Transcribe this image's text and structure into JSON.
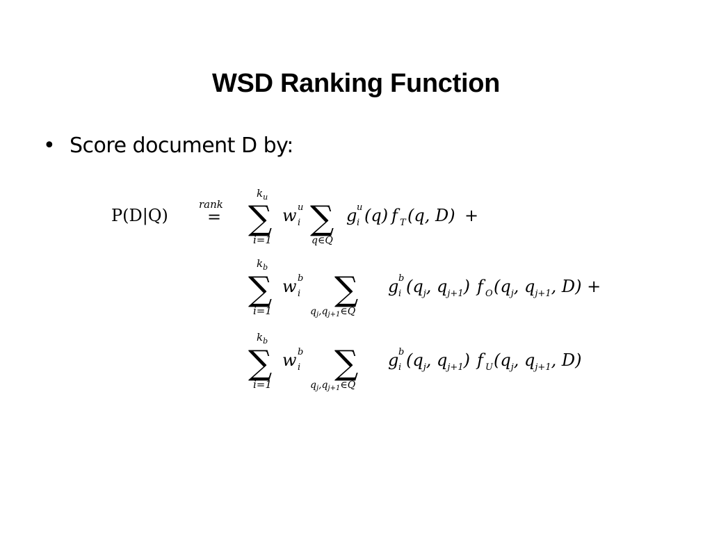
{
  "slide": {
    "title": "WSD Ranking Function",
    "bullet_symbol": "•",
    "bullet_text": "Score document D by:"
  },
  "formula": {
    "lhs": "P(D|Q)",
    "relation_label": "rank",
    "relation_symbol": "=",
    "sum_symbol": "∑",
    "lines": [
      {
        "outer_upper": "k",
        "outer_upper_sub": "u",
        "outer_lower": "i=1",
        "weight": "w",
        "weight_sup": "u",
        "weight_sub": "i",
        "inner_lower": "q∈Q",
        "g": "g",
        "g_sup": "u",
        "g_sub": "i",
        "g_args": "(q)",
        "f": "f",
        "f_sub": "T",
        "f_args": "(q, D)",
        "trailing": "+"
      },
      {
        "outer_upper": "k",
        "outer_upper_sub": "b",
        "outer_lower": "i=1",
        "weight": "w",
        "weight_sup": "b",
        "weight_sub": "i",
        "inner_lower_a": "q",
        "inner_lower_a_sub": "j",
        "inner_lower_b": ",q",
        "inner_lower_b_sub": "j+1",
        "inner_lower_c": "∈Q",
        "g": "g",
        "g_sup": "b",
        "g_sub": "i",
        "g_args_a": "(q",
        "g_args_a_sub": "j",
        "g_args_b": ", q",
        "g_args_b_sub": "j+1",
        "g_args_c": ")",
        "f": "f",
        "f_sub": "O",
        "f_args_a": "(q",
        "f_args_a_sub": "j",
        "f_args_b": ", q",
        "f_args_b_sub": "j+1",
        "f_args_c": ", D) +"
      },
      {
        "outer_upper": "k",
        "outer_upper_sub": "b",
        "outer_lower": "i=1",
        "weight": "w",
        "weight_sup": "b",
        "weight_sub": "i",
        "inner_lower_a": "q",
        "inner_lower_a_sub": "j",
        "inner_lower_b": ",q",
        "inner_lower_b_sub": "j+1",
        "inner_lower_c": "∈Q",
        "g": "g",
        "g_sup": "b",
        "g_sub": "i",
        "g_args_a": "(q",
        "g_args_a_sub": "j",
        "g_args_b": ", q",
        "g_args_b_sub": "j+1",
        "g_args_c": ")",
        "f": "f",
        "f_sub": "U",
        "f_args_a": "(q",
        "f_args_a_sub": "j",
        "f_args_b": ", q",
        "f_args_b_sub": "j+1",
        "f_args_c": ", D)"
      }
    ]
  }
}
